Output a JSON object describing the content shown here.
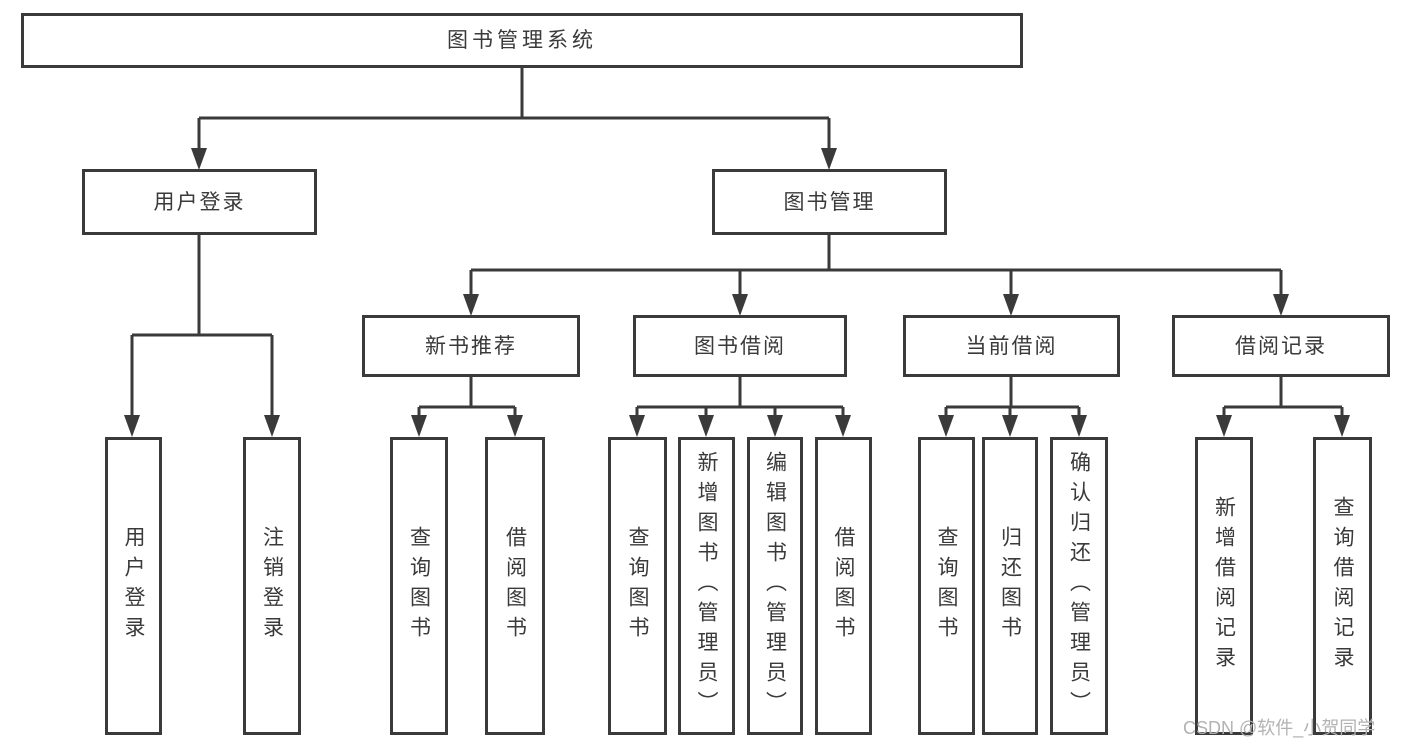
{
  "diagram": {
    "root": {
      "label": "图书管理系统"
    },
    "level2": [
      {
        "label": "用户登录",
        "children": [
          {
            "label": "用户登录"
          },
          {
            "label": "注销登录"
          }
        ]
      },
      {
        "label": "图书管理",
        "children": [
          {
            "label": "新书推荐",
            "children": [
              {
                "label": "查询图书"
              },
              {
                "label": "借阅图书"
              }
            ]
          },
          {
            "label": "图书借阅",
            "children": [
              {
                "label": "查询图书"
              },
              {
                "label": "新增图书（管理员）"
              },
              {
                "label": "编辑图书（管理员）"
              },
              {
                "label": "借阅图书"
              }
            ]
          },
          {
            "label": "当前借阅",
            "children": [
              {
                "label": "查询图书"
              },
              {
                "label": "归还图书"
              },
              {
                "label": "确认归还（管理员）"
              }
            ]
          },
          {
            "label": "借阅记录",
            "children": [
              {
                "label": "新增借阅记录"
              },
              {
                "label": "查询借阅记录"
              }
            ]
          }
        ]
      }
    ]
  },
  "watermark": {
    "text": "CSDN @软件_小贺同学"
  },
  "colors": {
    "line": "#3a3a3a",
    "text": "#3a3a3a",
    "box_fill": "#ffffff",
    "background": "#ffffff",
    "watermark": "#b2b2b2"
  }
}
